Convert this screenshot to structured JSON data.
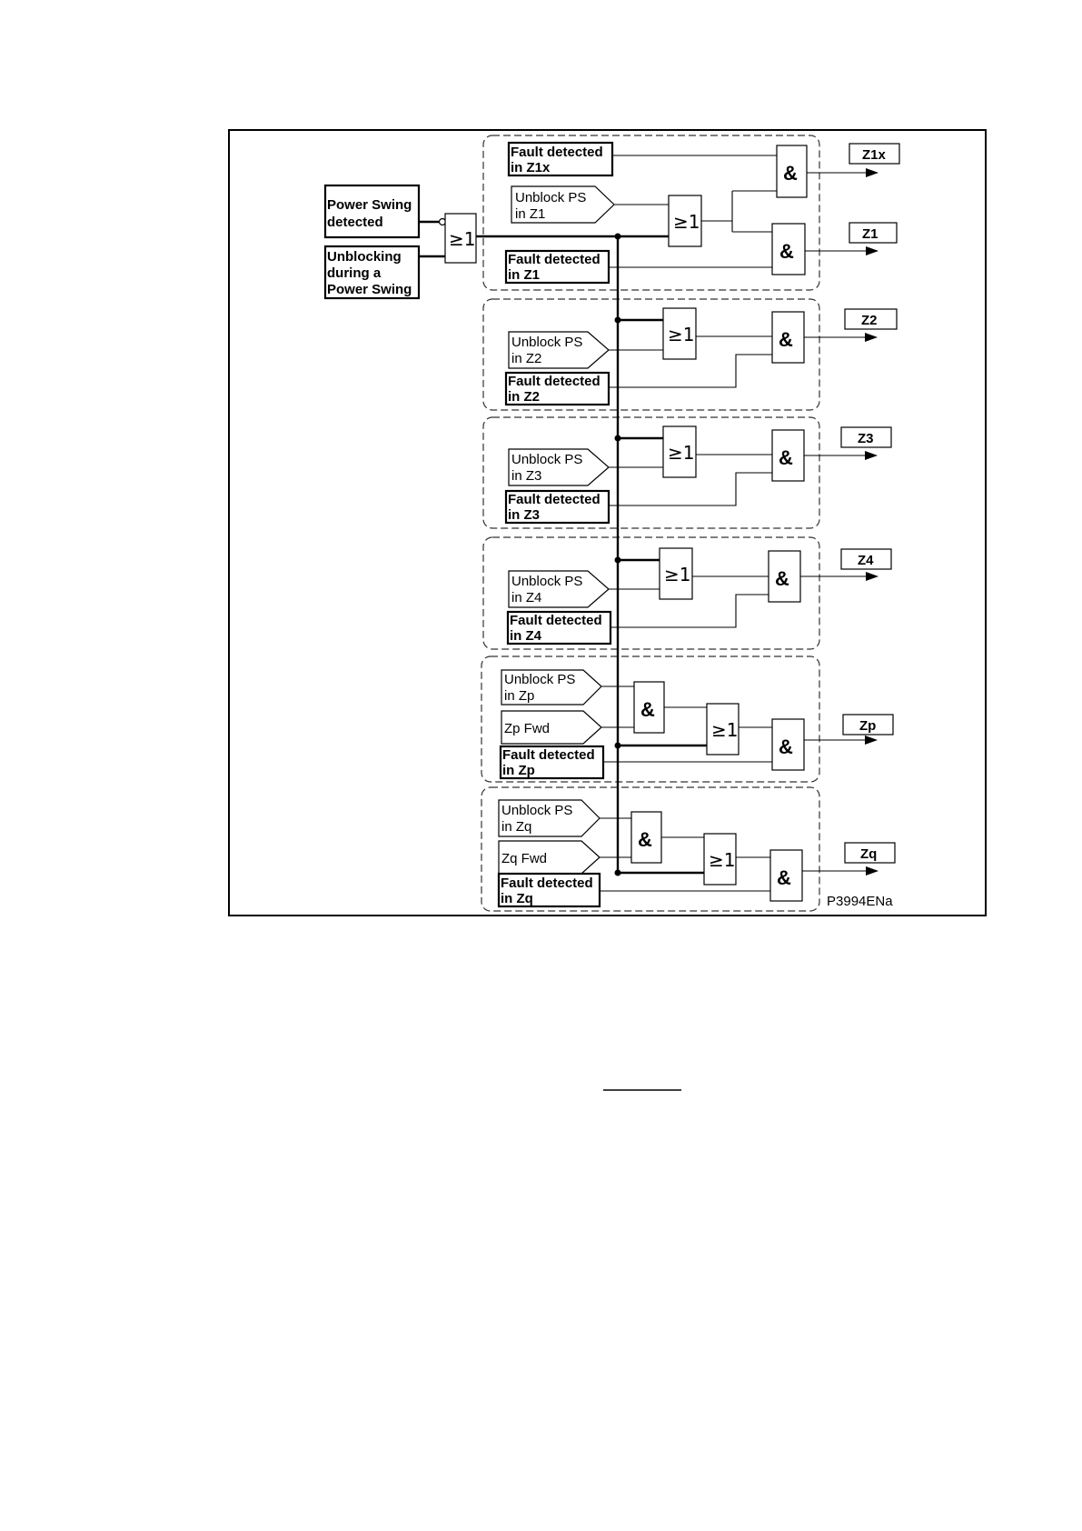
{
  "diagram": {
    "inputs": {
      "power_swing": [
        "Power Swing",
        "detected"
      ],
      "unblocking": [
        "Unblocking",
        "during a",
        "Power Swing"
      ]
    },
    "signals": {
      "fault_z1x": [
        "Fault detected",
        "in Z1x"
      ],
      "unblock_z1": [
        "Unblock PS",
        "in Z1"
      ],
      "fault_z1": [
        "Fault detected",
        "in Z1"
      ],
      "unblock_z2": [
        "Unblock PS",
        "in Z2"
      ],
      "fault_z2": [
        "Fault detected",
        "in Z2"
      ],
      "unblock_z3": [
        "Unblock PS",
        "in Z3"
      ],
      "fault_z3": [
        "Fault detected",
        "in Z3"
      ],
      "unblock_z4": [
        "Unblock PS",
        "in Z4"
      ],
      "fault_z4": [
        "Fault detected",
        "in Z4"
      ],
      "unblock_zp": [
        "Unblock PS",
        "in Zp"
      ],
      "zp_fwd": [
        "Zp Fwd"
      ],
      "fault_zp": [
        "Fault detected",
        "in Zp"
      ],
      "unblock_zq": [
        "Unblock PS",
        "in Zq"
      ],
      "zq_fwd": [
        "Zq Fwd"
      ],
      "fault_zq": [
        "Fault detected",
        "in Zq"
      ]
    },
    "outputs": {
      "z1x": "Z1x",
      "z1": "Z1",
      "z2": "Z2",
      "z3": "Z3",
      "z4": "Z4",
      "zp": "Zp",
      "zq": "Zq"
    },
    "gates": {
      "or": "≥1",
      "and": "&"
    },
    "figure_code": "P3994ENa"
  }
}
